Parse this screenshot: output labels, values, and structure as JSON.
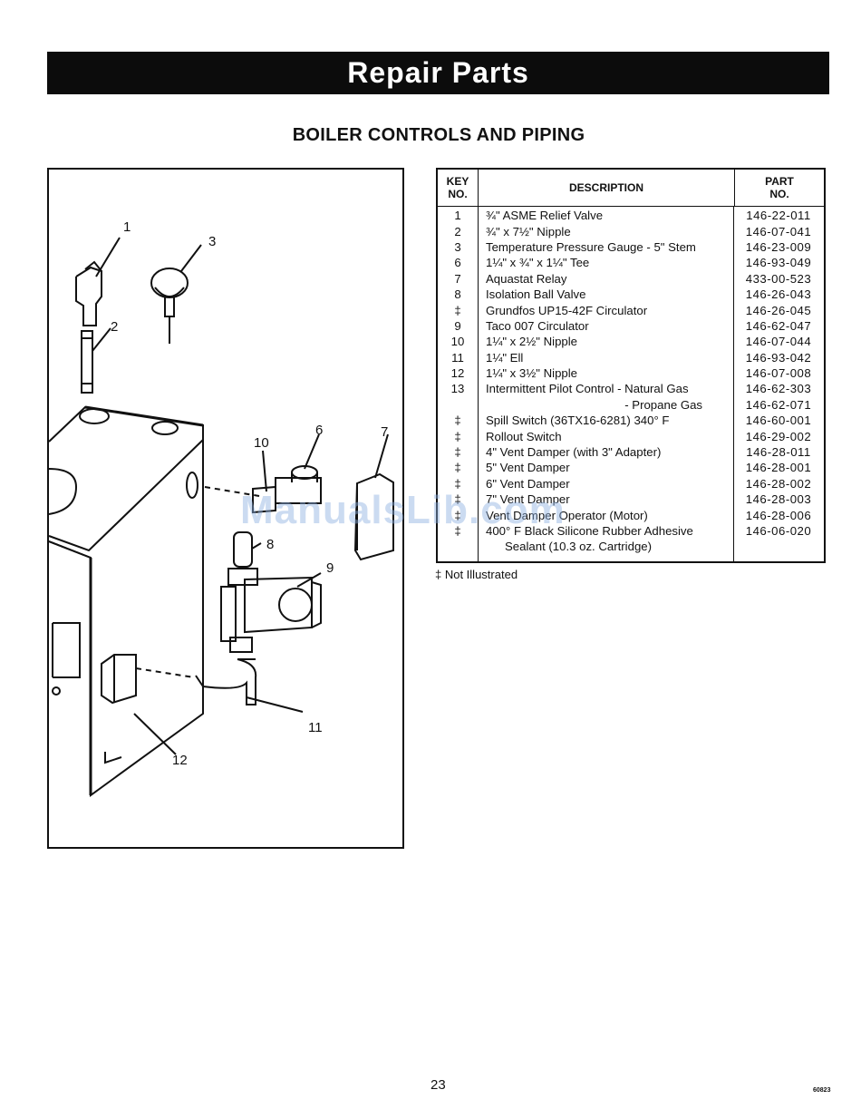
{
  "banner": {
    "title": "Repair Parts"
  },
  "section": {
    "title": "BOILER CONTROLS AND PIPING"
  },
  "figure": {
    "callouts": [
      "1",
      "2",
      "3",
      "6",
      "7",
      "8",
      "9",
      "10",
      "11",
      "12"
    ]
  },
  "table": {
    "headers": {
      "key_line1": "KEY",
      "key_line2": "NO.",
      "description": "DESCRIPTION",
      "part_line1": "PART",
      "part_line2": "NO."
    },
    "rows": [
      {
        "key": "1",
        "description": "¾\" ASME Relief Valve",
        "part": "146-22-011"
      },
      {
        "key": "2",
        "description": "¾\" x 7½\" Nipple",
        "part": "146-07-041"
      },
      {
        "key": "3",
        "description": "Temperature Pressure Gauge - 5\" Stem",
        "part": "146-23-009"
      },
      {
        "key": "6",
        "description": "1¼\" x ¾\" x 1¼\" Tee",
        "part": "146-93-049"
      },
      {
        "key": "7",
        "description": "Aquastat Relay",
        "part": "433-00-523"
      },
      {
        "key": "8",
        "description": "Isolation Ball Valve",
        "part": "146-26-043"
      },
      {
        "key": "‡",
        "description": "Grundfos UP15-42F Circulator",
        "part": "146-26-045"
      },
      {
        "key": "9",
        "description": "Taco 007 Circulator",
        "part": "146-62-047"
      },
      {
        "key": "10",
        "description": "1¼\" x 2½\" Nipple",
        "part": "146-07-044"
      },
      {
        "key": "11",
        "description": "1¼\" Ell",
        "part": "146-93-042"
      },
      {
        "key": "12",
        "description": "1¼\" x 3½\" Nipple",
        "part": "146-07-008"
      },
      {
        "key": "13",
        "description": "Intermittent Pilot Control - Natural Gas",
        "part": "146-62-303"
      },
      {
        "key": "",
        "description": "- Propane Gas",
        "part": "146-62-071"
      },
      {
        "key": "‡",
        "description": "Spill Switch (36TX16-6281) 340° F",
        "part": "146-60-001"
      },
      {
        "key": "‡",
        "description": "Rollout Switch",
        "part": "146-29-002"
      },
      {
        "key": "‡",
        "description": "4\" Vent Damper (with 3\" Adapter)",
        "part": "146-28-011"
      },
      {
        "key": "‡",
        "description": "5\" Vent Damper",
        "part": "146-28-001"
      },
      {
        "key": "‡",
        "description": "6\" Vent Damper",
        "part": "146-28-002"
      },
      {
        "key": "‡",
        "description": "7\" Vent Damper",
        "part": "146-28-003"
      },
      {
        "key": "‡",
        "description": "Vent Damper Operator (Motor)",
        "part": "146-28-006"
      },
      {
        "key": "‡",
        "description": "400° F Black Silicone Rubber Adhesive",
        "part": "146-06-020"
      },
      {
        "key": "",
        "description": "Sealant (10.3 oz. Cartridge)",
        "part": ""
      }
    ]
  },
  "note": "‡ Not Illustrated",
  "page_number": "23",
  "doc_code": "60823",
  "watermark": "ManualsLib.com"
}
